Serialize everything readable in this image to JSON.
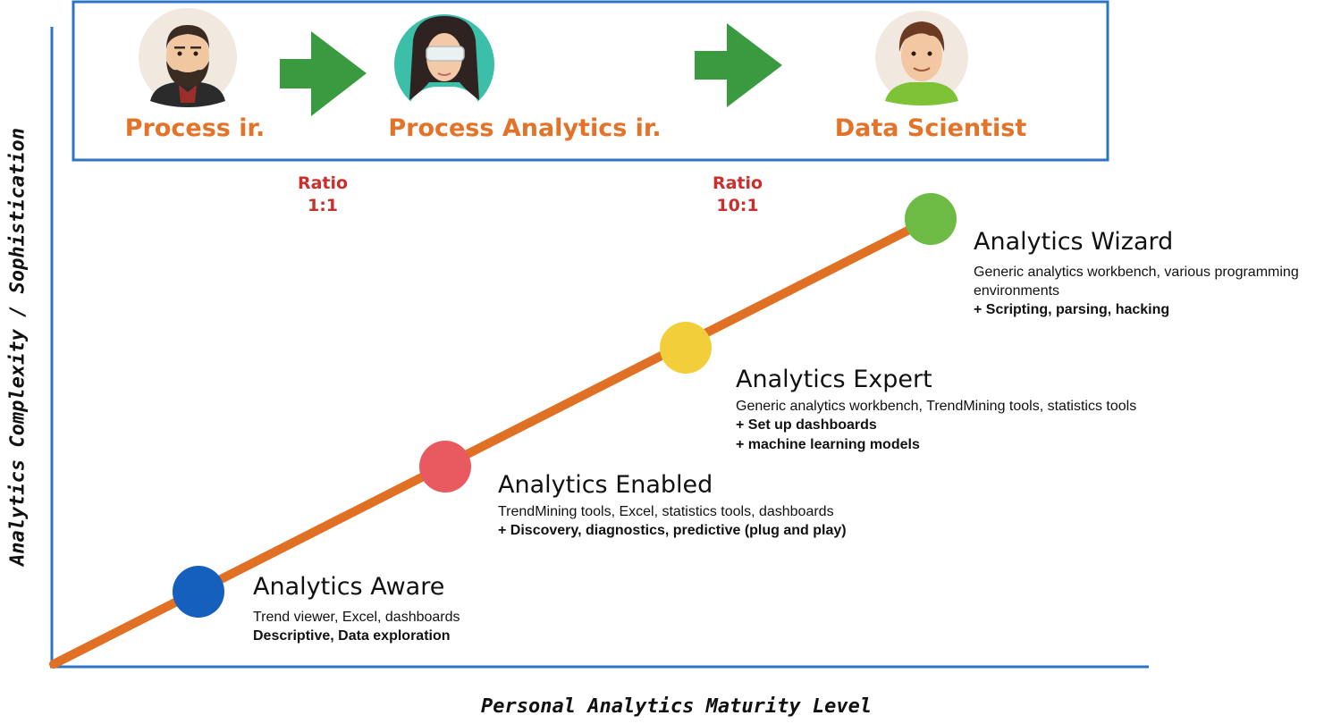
{
  "axes": {
    "y_label": "Analytics Complexity / Sophistication",
    "x_label": "Personal Analytics Maturity Level"
  },
  "personas": [
    {
      "name": "Process ir.",
      "icon": "bearded-man-avatar-icon"
    },
    {
      "name": "Process Analytics ir.",
      "icon": "woman-with-goggles-avatar-icon"
    },
    {
      "name": "Data Scientist",
      "icon": "young-man-avatar-icon"
    }
  ],
  "ratios": [
    {
      "label": "Ratio",
      "value": "1:1"
    },
    {
      "label": "Ratio",
      "value": "10:1"
    }
  ],
  "levels": [
    {
      "title": "Analytics Aware",
      "color": "#1560bd",
      "description": "Trend viewer, Excel, dashboards",
      "extras": [
        "Descriptive, Data exploration"
      ]
    },
    {
      "title": "Analytics Enabled",
      "color": "#e85a5f",
      "description": "TrendMining tools, Excel, statistics tools, dashboards",
      "extras": [
        "+ Discovery, diagnostics, predictive (plug and play)"
      ]
    },
    {
      "title": "Analytics Expert",
      "color": "#f2cf3a",
      "description": "Generic analytics workbench, TrendMining tools, statistics tools",
      "extras": [
        "+ Set up dashboards",
        "+ machine learning models"
      ]
    },
    {
      "title": "Analytics Wizard",
      "color": "#6dbb45",
      "description": "Generic analytics workbench, various programming environments",
      "extras": [
        "+ Scripting, parsing, hacking"
      ]
    }
  ],
  "colors": {
    "persona_text": "#e4732a",
    "ratio_text": "#c9302c",
    "arrow": "#3a9a3f",
    "axis": "#2d74c4",
    "trend_line": "#e07024",
    "box_border": "#2d74c4"
  }
}
